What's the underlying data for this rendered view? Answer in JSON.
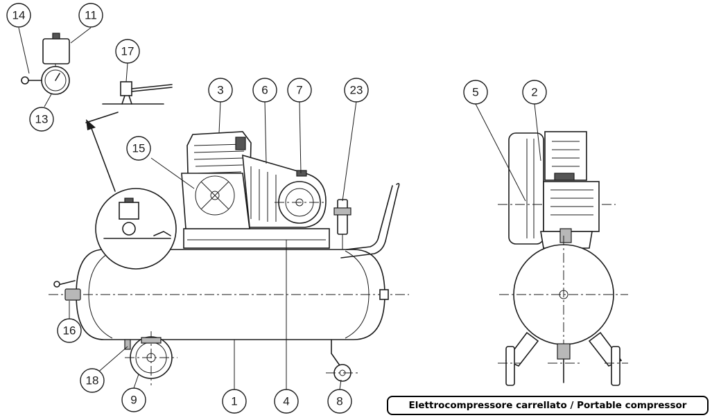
{
  "caption": "Elettrocompressore carrellato / Portable compressor",
  "callouts": [
    "14",
    "11",
    "17",
    "13",
    "3",
    "6",
    "7",
    "23",
    "15",
    "5",
    "2",
    "16",
    "18",
    "9",
    "1",
    "4",
    "8"
  ]
}
